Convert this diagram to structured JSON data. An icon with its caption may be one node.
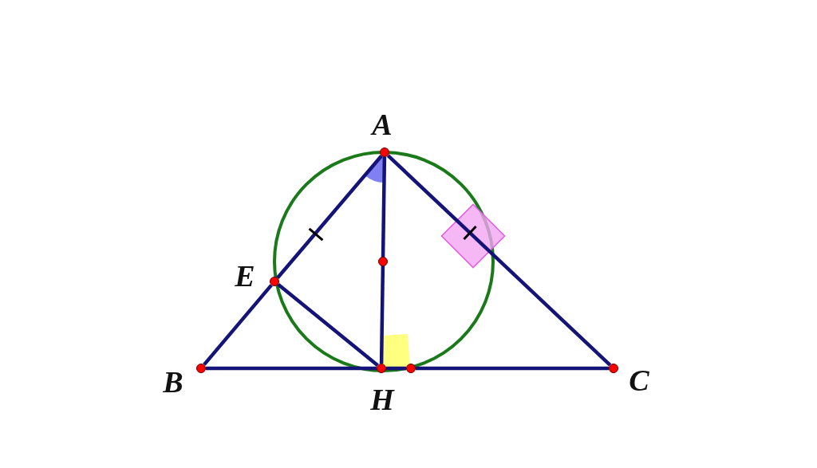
{
  "diagram": {
    "nodes": [
      {
        "text": [
          "A"
        ]
      },
      {
        "text": [
          "B"
        ]
      },
      {
        "text": [
          "C"
        ]
      },
      {
        "text": [
          "E"
        ]
      },
      {
        "text": [
          "H"
        ]
      },
      {
        "text": [],
        "shape": "circle"
      },
      {
        "text": [],
        "shape": "circle"
      }
    ],
    "edges": [
      {
        "from": 0,
        "to": 3,
        "arrow": "none"
      },
      {
        "from": 3,
        "to": 1,
        "arrow": "none"
      },
      {
        "from": 0,
        "to": 2,
        "arrow": "none"
      },
      {
        "from": 1,
        "to": 4,
        "arrow": "none"
      },
      {
        "from": 4,
        "to": 6,
        "arrow": "none"
      },
      {
        "from": 6,
        "to": 2,
        "arrow": "none"
      },
      {
        "from": 0,
        "to": 4,
        "arrow": "none"
      },
      {
        "from": 3,
        "to": 4,
        "arrow": "none"
      }
    ]
  }
}
